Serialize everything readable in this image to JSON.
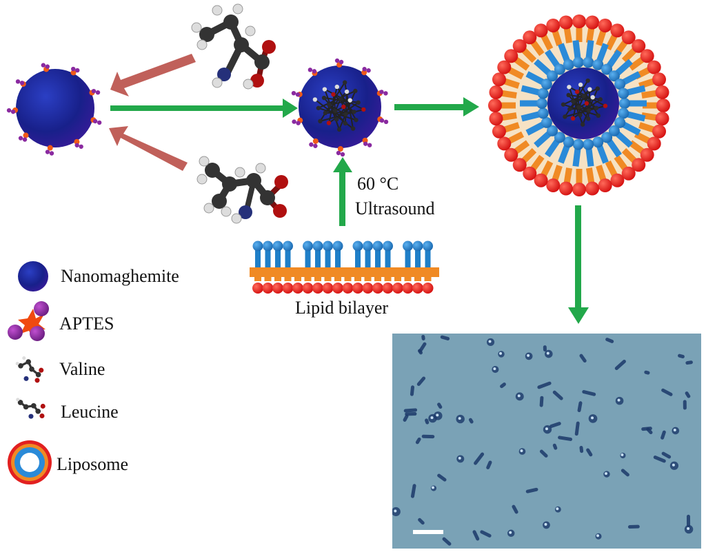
{
  "process": {
    "temperature_label": "60 °C",
    "method_label": "Ultrasound",
    "bilayer_label": "Lipid bilayer"
  },
  "legend": [
    {
      "key": "nanomaghemite",
      "label": "Nanomaghemite"
    },
    {
      "key": "aptes",
      "label": "APTES"
    },
    {
      "key": "valine",
      "label": "Valine"
    },
    {
      "key": "leucine",
      "label": "Leucine"
    },
    {
      "key": "liposome",
      "label": "Liposome"
    }
  ],
  "colors": {
    "nanoparticle": "#1a1f8a",
    "arrow_green": "#22a84a",
    "arrow_red": "#c0605a",
    "lipid_head_red": "#e01818",
    "lipid_tail_orange": "#f08a24",
    "lipid_head_blue": "#1f7fc8",
    "micrograph_bg": "#7aa2b6"
  },
  "micrograph": {
    "scale_bar": true
  }
}
